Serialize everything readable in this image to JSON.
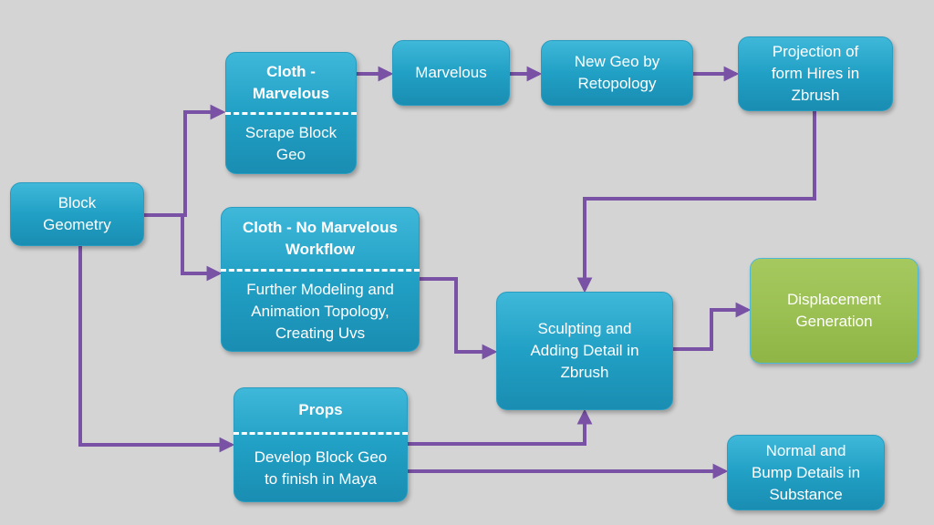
{
  "colors": {
    "background": "#d4d4d4",
    "box_blue": "#21a0c5",
    "box_green": "#9bc053",
    "connector": "#7a52a5",
    "text": "#ffffff"
  },
  "nodes": {
    "block_geometry": "Block\nGeometry",
    "cloth_marvelous_head": "Cloth -\nMarvelous",
    "cloth_marvelous_body": "Scrape Block\nGeo",
    "marvelous": "Marvelous",
    "new_geo": "New Geo by\nRetopology",
    "projection": "Projection of\nform Hires in\nZbrush",
    "cloth_no_marvelous_head": "Cloth - No Marvelous\nWorkflow",
    "cloth_no_marvelous_body": "Further Modeling and\nAnimation Topology,\nCreating Uvs",
    "sculpting": "Sculpting and\nAdding Detail in\nZbrush",
    "displacement": "Displacement\nGeneration",
    "props_head": "Props",
    "props_body": "Develop Block Geo\nto finish in Maya",
    "normal_bump": "Normal and\nBump Details in\nSubstance"
  }
}
